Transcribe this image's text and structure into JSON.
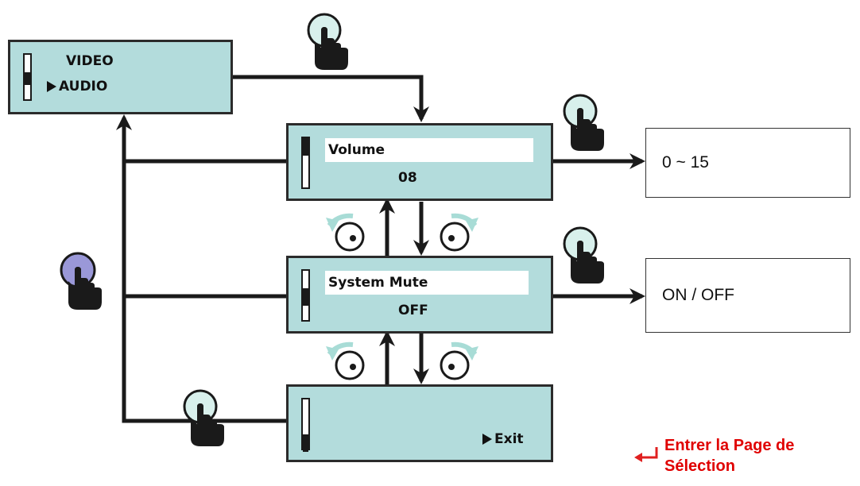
{
  "main_menu": {
    "items": [
      "VIDEO",
      "AUDIO"
    ],
    "selected": "AUDIO"
  },
  "volume_panel": {
    "label": "Volume",
    "value": "08"
  },
  "mute_panel": {
    "label": "System Mute",
    "value": "OFF"
  },
  "exit_panel": {
    "label": "Exit"
  },
  "range_boxes": {
    "volume_range": "0 ~ 15",
    "mute_range": "ON / OFF"
  },
  "legend": {
    "line1": "Entrer la Page de",
    "line2": "Sélection"
  },
  "icons": [
    "knob-press-icon",
    "knob-rotate-icon",
    "enter-arrow-icon"
  ],
  "colors": {
    "panel": "#b3dcdc",
    "enter_arrow": "#e02020",
    "knob_select": "#9a98d8",
    "knob_rotate": "#d8f0ec"
  }
}
